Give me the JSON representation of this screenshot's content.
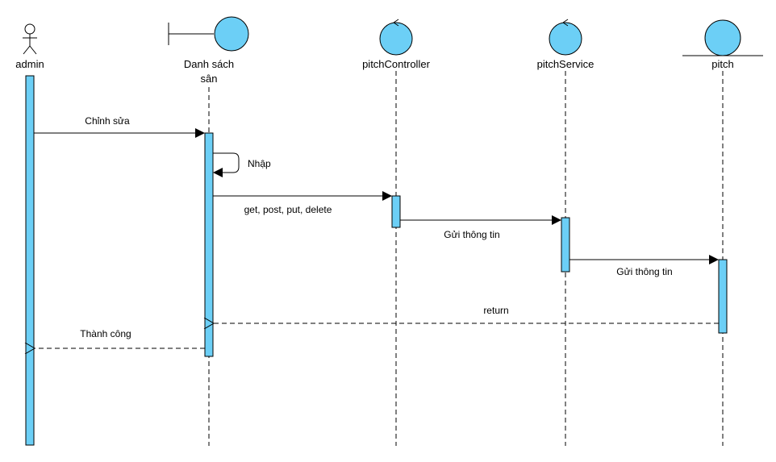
{
  "colors": {
    "fill": "#6ccff6",
    "stroke": "#000000"
  },
  "participants": [
    {
      "id": "admin",
      "kind": "actor-icon",
      "label_lines": [
        "admin"
      ]
    },
    {
      "id": "danh-sach-san",
      "kind": "boundary-icon",
      "label_lines": [
        "Danh sách",
        "sân"
      ]
    },
    {
      "id": "pitch-controller",
      "kind": "control-icon",
      "label_lines": [
        "pitchController"
      ]
    },
    {
      "id": "pitch-service",
      "kind": "control-icon",
      "label_lines": [
        "pitchService"
      ]
    },
    {
      "id": "pitch",
      "kind": "entity-icon",
      "label_lines": [
        "pitch"
      ]
    }
  ],
  "messages": [
    {
      "id": "chinh-sua",
      "label": "Chỉnh sửa",
      "type": "sync"
    },
    {
      "id": "nhap",
      "label": "Nhập",
      "type": "self"
    },
    {
      "id": "crud",
      "label": "get, post, put, delete",
      "type": "sync"
    },
    {
      "id": "gui-1",
      "label": "Gửi thông tin",
      "type": "sync"
    },
    {
      "id": "gui-2",
      "label": "Gửi thông tin",
      "type": "sync"
    },
    {
      "id": "return",
      "label": "return",
      "type": "return"
    },
    {
      "id": "thanh-cong",
      "label": "Thành công",
      "type": "return"
    }
  ]
}
